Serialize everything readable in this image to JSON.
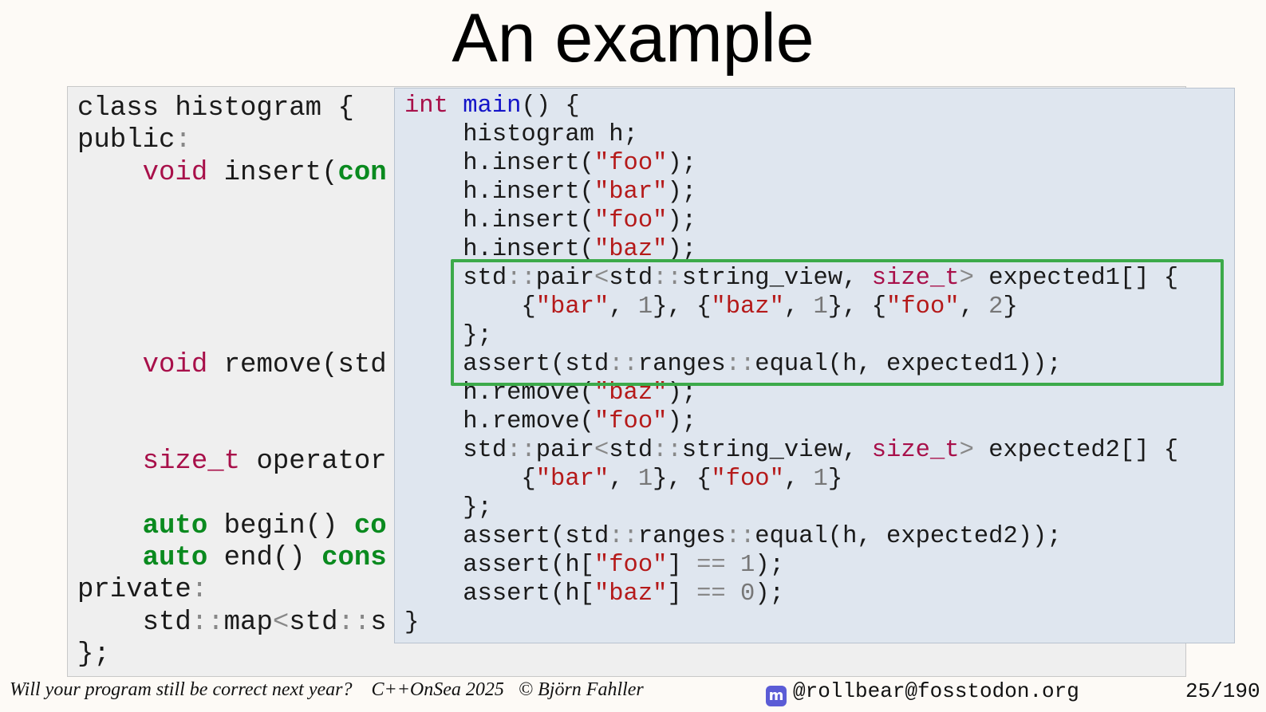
{
  "slide": {
    "title": "An example",
    "page_number": "25/190"
  },
  "back_code": [
    "class histogram {",
    "public:",
    "    void insert(con",
    "",
    "",
    "",
    "",
    "",
    "    void remove(std",
    "",
    "",
    "    size_t operator",
    "",
    "    auto begin() co",
    "    auto end() cons",
    "private:",
    "    std::map<std::s",
    "};"
  ],
  "front_code": [
    "int main() {",
    "    histogram h;",
    "    h.insert(\"foo\");",
    "    h.insert(\"bar\");",
    "    h.insert(\"foo\");",
    "    h.insert(\"baz\");",
    "    std::pair<std::string_view, size_t> expected1[] {",
    "        {\"bar\", 1}, {\"baz\", 1}, {\"foo\", 2}",
    "    };",
    "    assert(std::ranges::equal(h, expected1));",
    "    h.remove(\"baz\");",
    "    h.remove(\"foo\");",
    "    std::pair<std::string_view, size_t> expected2[] {",
    "        {\"bar\", 1}, {\"foo\", 1}",
    "    };",
    "    assert(std::ranges::equal(h, expected2));",
    "    assert(h[\"foo\"] == 1);",
    "    assert(h[\"baz\"] == 0);",
    "}"
  ],
  "footer": {
    "talk_title": "Will your program still be correct next year?",
    "conference": "C++OnSea 2025",
    "author": "© Björn Fahller",
    "social_icon": "mastodon-icon",
    "social_handle": "@rollbear@fosstodon.org"
  },
  "colors": {
    "highlight_border": "#3caa4a",
    "keyword": "#a8104a",
    "keyword_green": "#0a8a1f",
    "function": "#1414c8",
    "string": "#b51a1a",
    "front_panel_bg": "#dfe6ef",
    "back_panel_bg": "#efefef"
  }
}
